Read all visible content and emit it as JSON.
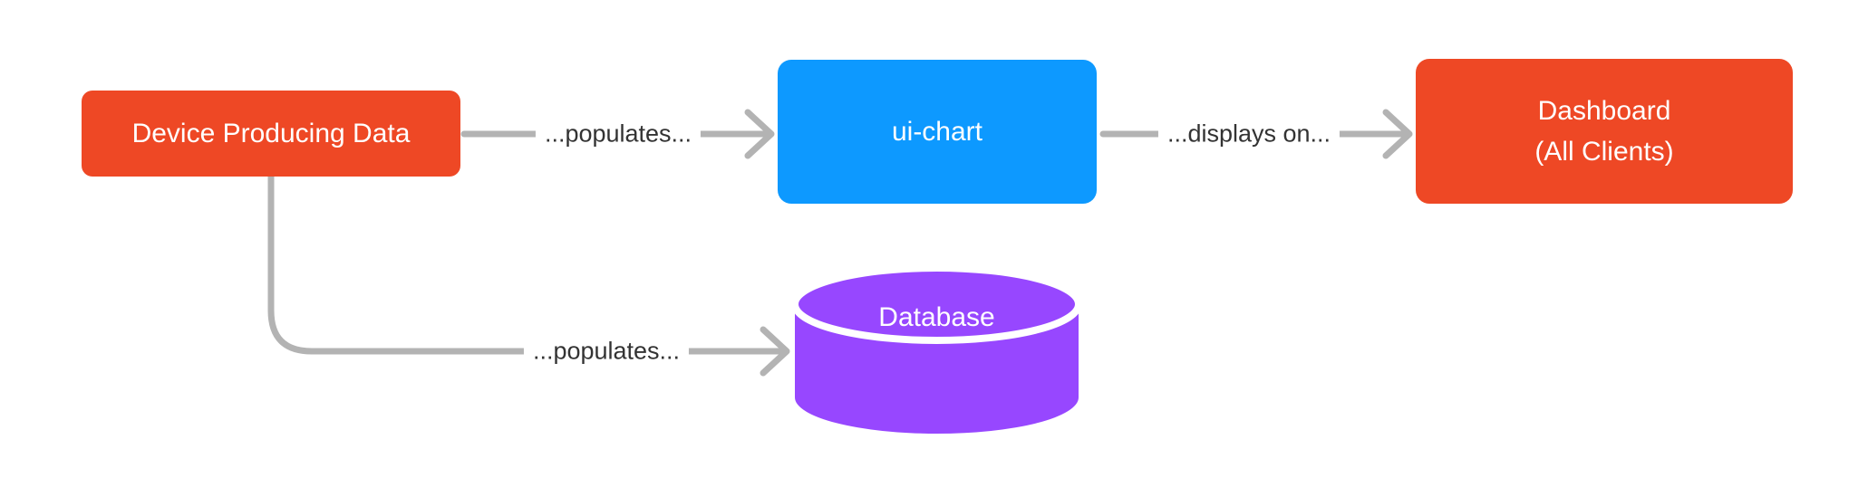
{
  "nodes": {
    "device": {
      "label": "Device Producing Data",
      "shape": "rect",
      "color": "#EE4825"
    },
    "ui_chart": {
      "label": "ui-chart",
      "shape": "rect",
      "color": "#0D99FF"
    },
    "dashboard": {
      "label": "Dashboard",
      "sublabel": "(All Clients)",
      "shape": "rect",
      "color": "#EE4825"
    },
    "database": {
      "label": "Database",
      "shape": "cylinder",
      "color": "#9747FF"
    }
  },
  "edges": [
    {
      "from": "device",
      "to": "ui_chart",
      "label": "...populates..."
    },
    {
      "from": "ui_chart",
      "to": "dashboard",
      "label": "...displays on..."
    },
    {
      "from": "device",
      "to": "database",
      "label": "...populates..."
    }
  ],
  "colors": {
    "background": "#FFFFFF",
    "node_red": "#EE4825",
    "node_blue": "#0D99FF",
    "node_purple": "#9747FF",
    "node_text": "#FFFFFF",
    "edge_line": "#B3B3B3",
    "edge_label_text": "#333333",
    "cylinder_band": "#FFFFFF"
  }
}
